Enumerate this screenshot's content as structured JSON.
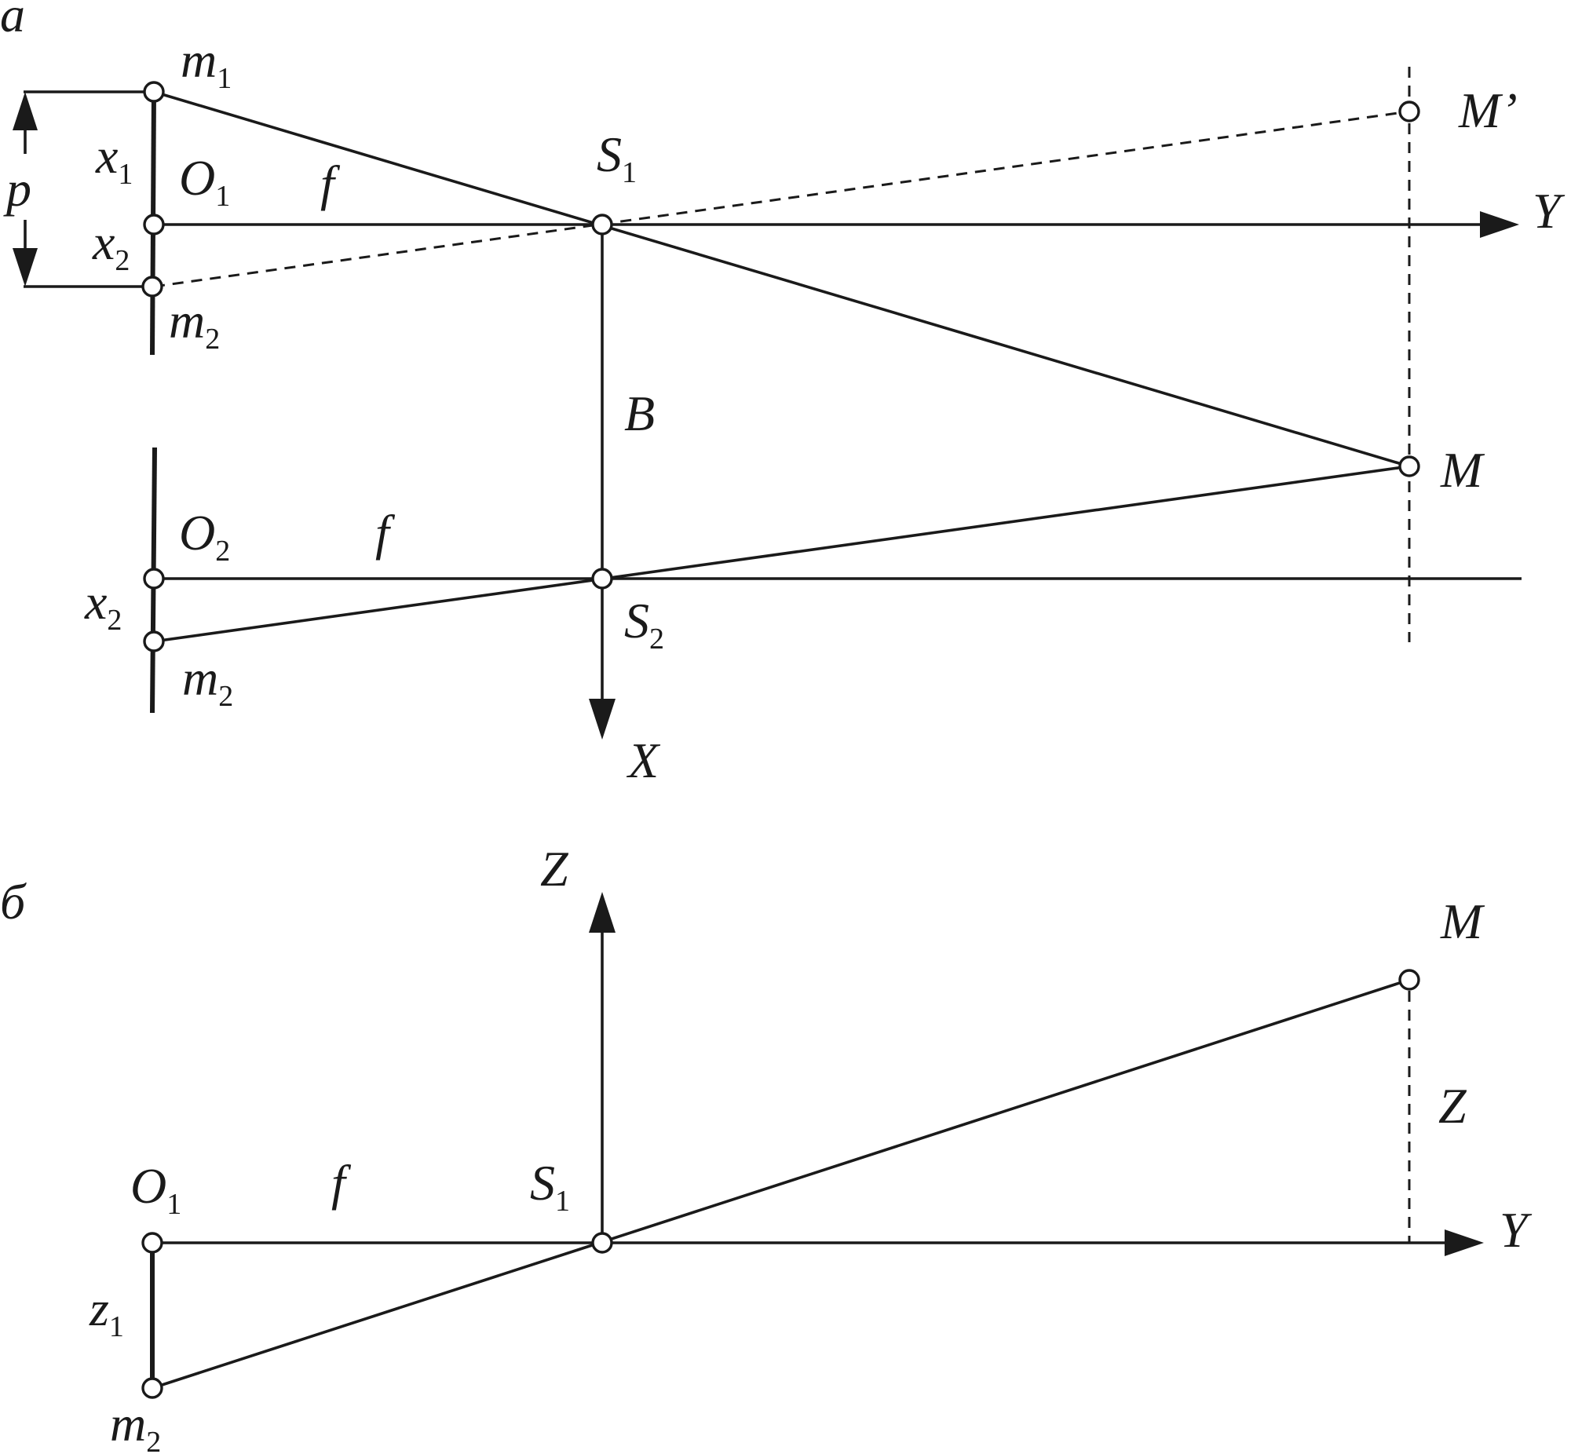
{
  "colors": {
    "ink": "#1a1a1a",
    "background": "#ffffff"
  },
  "panel_a": {
    "panel_label": "а",
    "labels": {
      "m1": {
        "base": "m",
        "sub": "1"
      },
      "x1": {
        "base": "x",
        "sub": "1"
      },
      "o1": {
        "base": "O",
        "sub": "1"
      },
      "f_top": {
        "base": "f",
        "sub": ""
      },
      "s1": {
        "base": "S",
        "sub": "1"
      },
      "m_prime": {
        "base": "M’",
        "sub": ""
      },
      "y_axis": {
        "base": "Y",
        "sub": ""
      },
      "p": {
        "base": "p",
        "sub": ""
      },
      "x2_top": {
        "base": "x",
        "sub": "2"
      },
      "m2_top": {
        "base": "m",
        "sub": "2"
      },
      "b": {
        "base": "B",
        "sub": ""
      },
      "m": {
        "base": "M",
        "sub": ""
      },
      "o2": {
        "base": "O",
        "sub": "2"
      },
      "f_bottom": {
        "base": "f",
        "sub": ""
      },
      "x2_bottom": {
        "base": "x",
        "sub": "2"
      },
      "s2": {
        "base": "S",
        "sub": "2"
      },
      "m2_bottom": {
        "base": "m",
        "sub": "2"
      },
      "x_axis": {
        "base": "X",
        "sub": ""
      }
    }
  },
  "panel_b": {
    "panel_label": "б",
    "labels": {
      "z_axis": {
        "base": "Z",
        "sub": ""
      },
      "m": {
        "base": "M",
        "sub": ""
      },
      "z_height": {
        "base": "Z",
        "sub": ""
      },
      "o1": {
        "base": "O",
        "sub": "1"
      },
      "f": {
        "base": "f",
        "sub": ""
      },
      "s1": {
        "base": "S",
        "sub": "1"
      },
      "y_axis": {
        "base": "Y",
        "sub": ""
      },
      "z1": {
        "base": "z",
        "sub": "1"
      },
      "m2": {
        "base": "m",
        "sub": "2"
      }
    }
  }
}
